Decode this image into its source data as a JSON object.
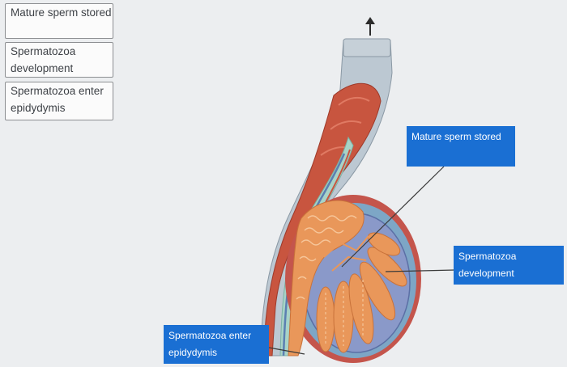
{
  "word_bank": [
    {
      "text": "Mature sperm stored"
    },
    {
      "text": "Spermatozoa development"
    },
    {
      "text": "Spermatozoa enter epidydymis"
    }
  ],
  "diagram_labels": [
    {
      "text": "Mature sperm stored"
    },
    {
      "text": "Spermatozoa development"
    },
    {
      "text": "Spermatozoa enter epidydymis"
    }
  ],
  "colors": {
    "label_fill": "#1a6fd3",
    "muscle": "#c8553f",
    "tubule": "#e9975a",
    "tunica": "#7da6c6",
    "vessel_blue": "#5b7fb2"
  },
  "icons": {
    "up_arrow": "arrow-up-icon"
  }
}
